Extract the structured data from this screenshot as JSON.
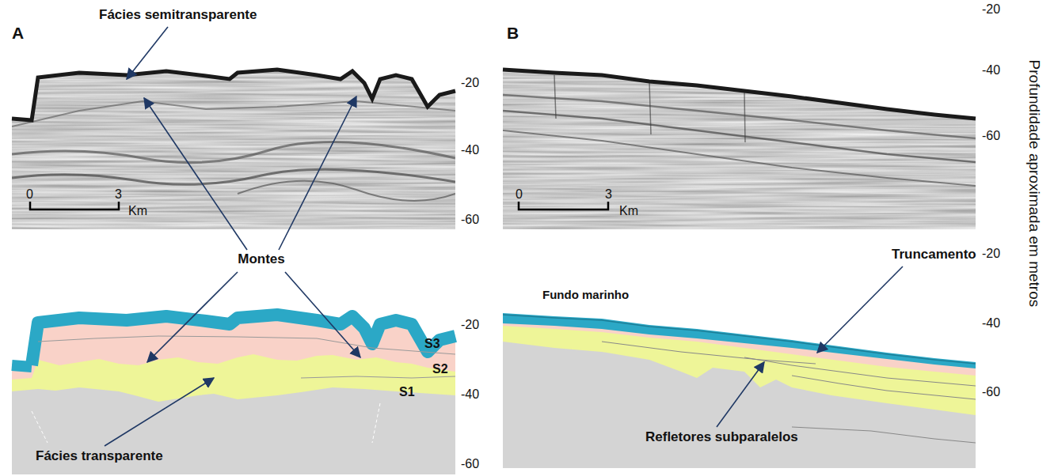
{
  "diagram": {
    "labels": [
      "A",
      "Fácies semitransparente",
      "Montes",
      "Fácies transparente",
      "S3",
      "S2",
      "S1",
      "0",
      "3",
      "Km",
      "-20",
      "-40",
      "-60",
      "-20",
      "-40",
      "-60",
      "B",
      "0",
      "3",
      "Km",
      "-20",
      "-40",
      "-60",
      "-20",
      "-40",
      "-60",
      "Profundidade aproximada em metros",
      "Fundo marinho",
      "Truncamento",
      "Refletores subparalelos"
    ]
  }
}
